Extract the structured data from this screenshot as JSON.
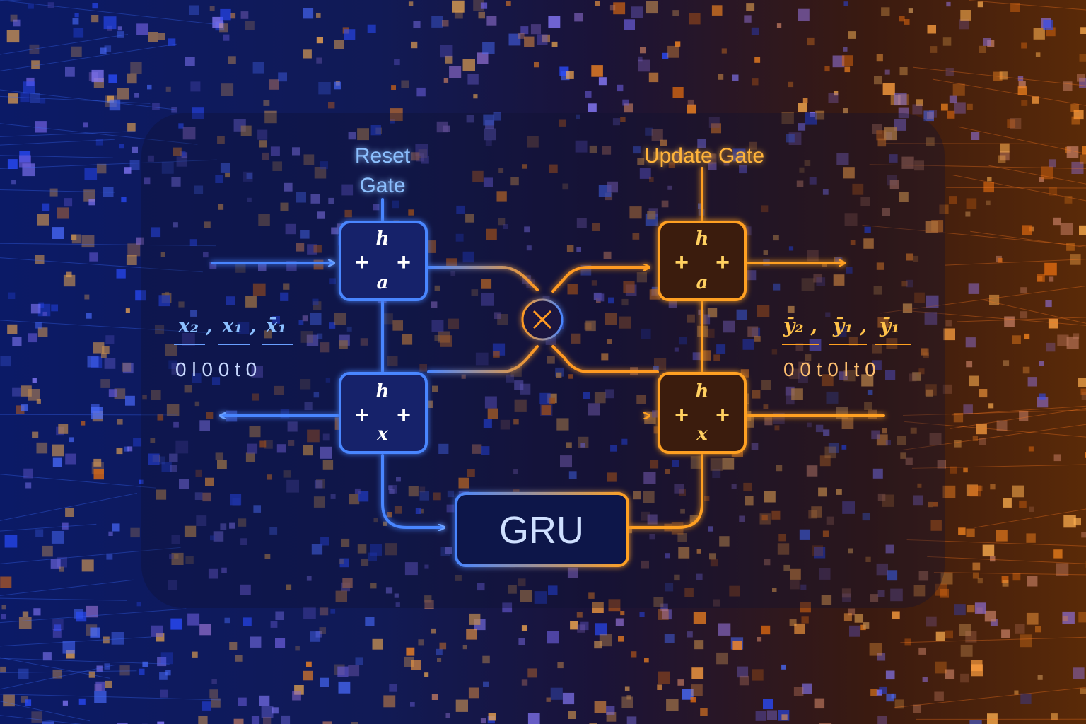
{
  "colors": {
    "blue": "#3f7bff",
    "blue_light": "#7fb2ff",
    "orange": "#ffa020",
    "orange_light": "#ffc24a",
    "box_fill": "#101848"
  },
  "labels": {
    "reset_gate_line1": "Reset",
    "reset_gate_line2": "Gate",
    "update_gate": "Update Gate",
    "gru": "GRU",
    "multiply_symbol": "⊗"
  },
  "reset_top_cell": {
    "top": "h",
    "plus_left": "+",
    "plus_right": "+",
    "bottom": "a"
  },
  "reset_bottom_cell": {
    "top": "h",
    "plus_left": "+",
    "plus_right": "+",
    "bottom": "x"
  },
  "update_top_cell": {
    "top": "h",
    "plus_left": "+",
    "plus_right": "+",
    "bottom": "a"
  },
  "update_bottom_cell": {
    "top": "h",
    "plus_left": "+",
    "plus_right": "+",
    "bottom": "x"
  },
  "inputs": {
    "vars": [
      "x₂ ,",
      "x₁ ,",
      "x̄₁"
    ],
    "bits": "0 l 0 0 t 0"
  },
  "outputs": {
    "vars": [
      "ȳ₂ ,",
      "ȳ₁ ,",
      "ȳ₁"
    ],
    "bits": "0 0 t 0 l t 0"
  }
}
